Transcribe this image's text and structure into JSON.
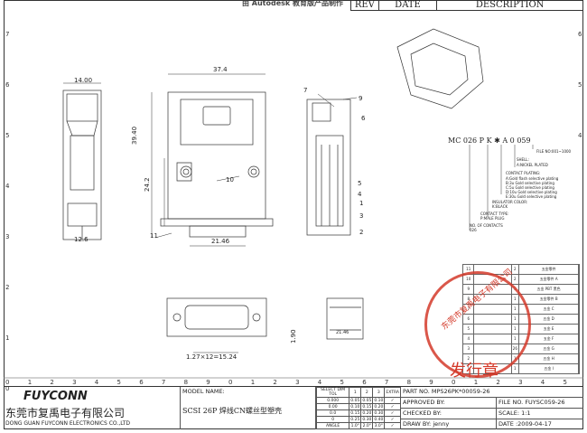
{
  "watermark": "由 Autodesk 教育版产品制作",
  "rev_header": {
    "rev": "REV",
    "date": "DATE",
    "description": "DESCRIPTION"
  },
  "ruler": {
    "left": [
      "7",
      "6",
      "5",
      "4",
      "3",
      "2",
      "1",
      "0"
    ],
    "bottom": [
      "0",
      "1",
      "2",
      "3",
      "4",
      "5",
      "6",
      "7",
      "8",
      "9",
      "0",
      "1",
      "2",
      "3",
      "4",
      "5",
      "6",
      "7",
      "8",
      "9",
      "0",
      "1",
      "2",
      "3",
      "4",
      "5"
    ],
    "right": [
      "6",
      "5",
      "4"
    ]
  },
  "dims": {
    "w14": "14.00",
    "w37": "37.4",
    "h39": "39.40",
    "h24": "24.2",
    "w12": "12.6",
    "w21": "21.46",
    "pitch": "1.27×12=15.24",
    "d190": "1.90",
    "d2146b": "21.46"
  },
  "callouts": [
    "7",
    "9",
    "6",
    "5",
    "4",
    "10",
    "11",
    "1",
    "3",
    "2"
  ],
  "part_code": {
    "code": "MC 026 P K ✱ A 0 059",
    "file_no": "FILE NO:001~1000",
    "shell": "SHELL:",
    "shell_v": "A:NICKEL PLATED",
    "contact_plating": "CONTACT PLATING:",
    "cp1": "A:Gold flash selective plating",
    "cp2": "B:3u Gold selective plating",
    "cp3": "C:5u Gold selective plating",
    "cp4": "D:10u Gold selective plating",
    "cp5": "E:30u Gold selective plating",
    "insulator": "INSULATOR COLOR:",
    "insulator_v": "K:BLACK",
    "contact_type": "CONTACT TYPE:",
    "contact_type_v": "P:MALE PLUG",
    "no_contacts": "NO. OF CONTACTS",
    "no_contacts_v": "026"
  },
  "bom": {
    "rows": [
      [
        "11",
        "",
        "2",
        "五金零件"
      ],
      [
        "10",
        "",
        "2",
        "五金零件 A"
      ],
      [
        "9",
        "",
        "1",
        "五金 PBT 黑色"
      ],
      [
        "8",
        "",
        "1",
        "五金零件 B"
      ],
      [
        "7",
        "",
        "1",
        "五金 C"
      ],
      [
        "6",
        "",
        "1",
        "五金 D"
      ],
      [
        "5",
        "",
        "1",
        "五金 E"
      ],
      [
        "4",
        "",
        "1",
        "五金 F"
      ],
      [
        "3",
        "",
        "26",
        "五金 G"
      ],
      [
        "2",
        "",
        "1",
        "五金 H"
      ],
      [
        "1",
        "",
        "1",
        "五金 I"
      ]
    ]
  },
  "stamp": {
    "arc": "东莞市复禹电子有限公司",
    "center": "发行章"
  },
  "title_block": {
    "logo": "FUYCONN",
    "company_cn": "东莞市复禹电子有限公司",
    "company_en": "DONG GUAN FUYCONN ELECTRONICS CO.,LTD",
    "model_label": "MODEL NAME:",
    "model_name": "SCSI 26P 焊线CN螺丝型塑壳",
    "tol_header": [
      "SELECT DIM TOL",
      "1",
      "2",
      "3",
      "EXTRA"
    ],
    "tol_rows": [
      [
        "0.000",
        "0.05",
        "0.05",
        "0.10"
      ],
      [
        "0.00",
        "0.10",
        "0.15",
        "0.20"
      ],
      [
        "0.0",
        "0.15",
        "0.20",
        "0.30"
      ],
      [
        "0",
        "0.25",
        "0.30",
        "0.40"
      ],
      [
        "ANGLE",
        "1.0°",
        "2.0°",
        "3.0°"
      ]
    ],
    "part_no_label": "PART NO.",
    "part_no": "MPS26PK*00059-26",
    "approved_label": "APPROVED BY:",
    "approved": "",
    "checked_label": "CHECKED BY:",
    "checked": "",
    "drawn_label": "DRAW BY:",
    "drawn": "jenny",
    "file_label": "FILE NO.",
    "file_no": "FUYSC059-26",
    "scale_label": "SCALE:",
    "scale": "1:1",
    "date_label": "DATE :",
    "date": "2009-04-17"
  }
}
